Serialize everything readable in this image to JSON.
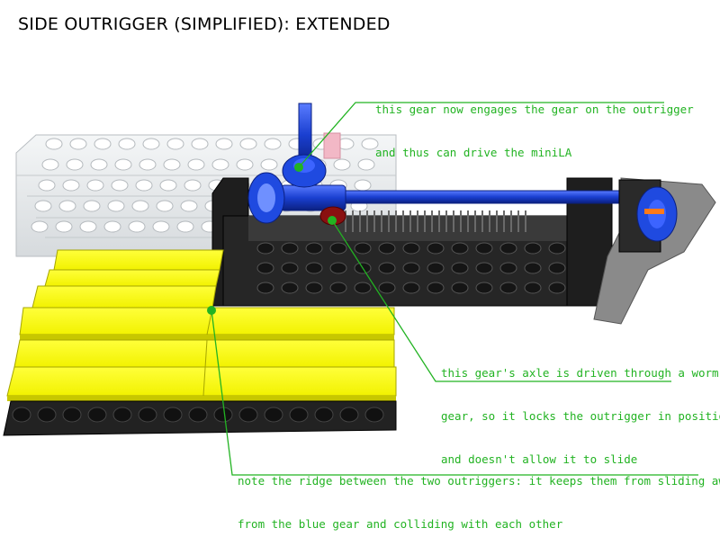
{
  "title": "SIDE OUTRIGGER (SIMPLIFIED): EXTENDED",
  "annotations": {
    "gear_engages": {
      "line1": "this gear now engages the gear on the outrigger",
      "line2": "and thus can drive the miniLA"
    },
    "worm_lock": {
      "line1": "this gear's axle is driven through a worm",
      "line2": "gear, so it locks the outrigger in position",
      "line3": "and doesn't allow it to slide"
    },
    "ridge": {
      "line1": "note the ridge between the two outriggers: it keeps them from sliding away",
      "line2": "from the blue gear and colliding with each other"
    }
  },
  "colors": {
    "annotation": "#22b322",
    "yellow_plate": "#ffff00",
    "black_brick": "#1e1e1e",
    "transparent_brick": "#e8ecee",
    "blue_axle": "#1a3fd0",
    "gray_arm": "#8a8a8a"
  }
}
